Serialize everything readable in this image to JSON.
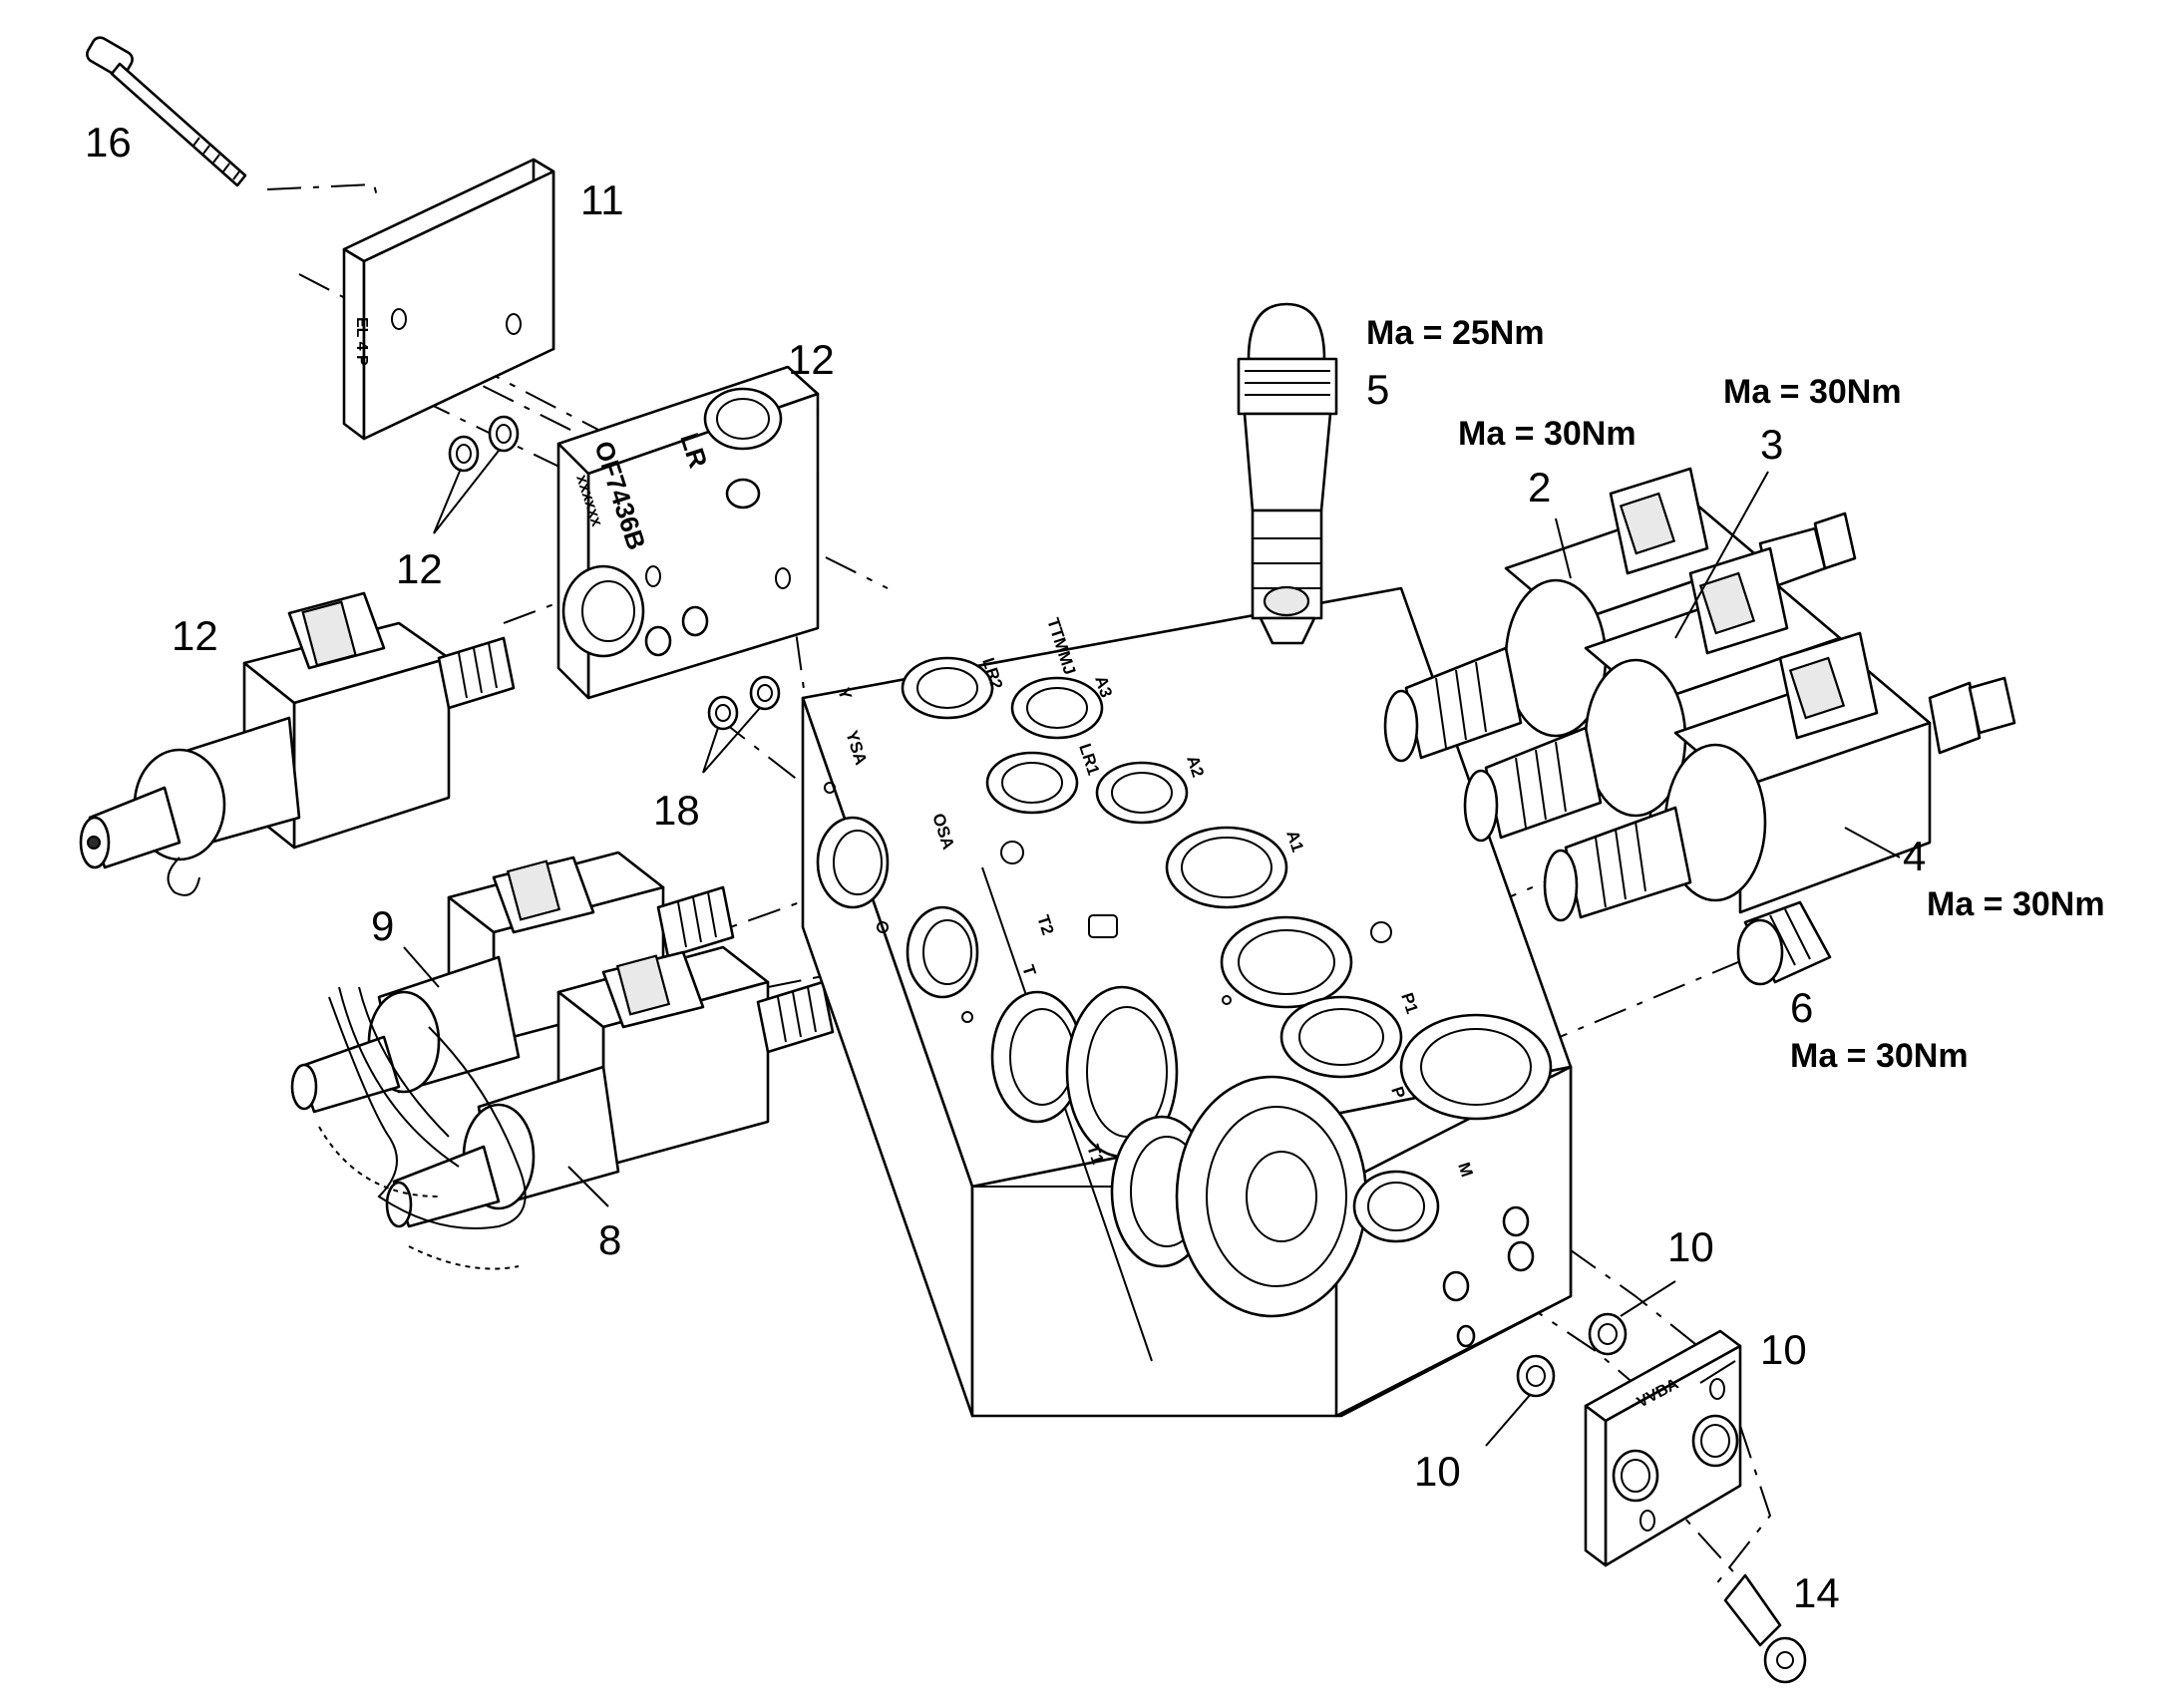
{
  "callouts": {
    "c16": "16",
    "c11": "11",
    "c12_block": "12",
    "c12_seals": "12",
    "c12_valve": "12",
    "c18": "18",
    "c9": "9",
    "c8": "8",
    "c5": "5",
    "c2": "2",
    "c3": "3",
    "c4": "4",
    "c6": "6",
    "c10_a": "10",
    "c10_b": "10",
    "c10_c": "10",
    "c14": "14"
  },
  "torque": {
    "t5": "Ma = 25Nm",
    "t2": "Ma = 30Nm",
    "t3": "Ma = 30Nm",
    "t4": "Ma = 30Nm",
    "t6": "Ma = 30Nm"
  },
  "markings": {
    "block_code": "OF7436B",
    "block_serial": "xxxxxx",
    "block_lr": "LR",
    "cover_label": "EL 4 P",
    "vvba_label": "VVBA"
  },
  "ports": {
    "lr2": "LR2",
    "a3": "A3",
    "lr1": "LR1",
    "a2": "A2",
    "a1": "A1",
    "p1": "P1",
    "p": "P",
    "t": "T",
    "t1": "T1",
    "t2": "T2",
    "y": "Y",
    "ysa": "YSA",
    "osa": "OSA",
    "m": "M",
    "top": "TTMMJ"
  }
}
